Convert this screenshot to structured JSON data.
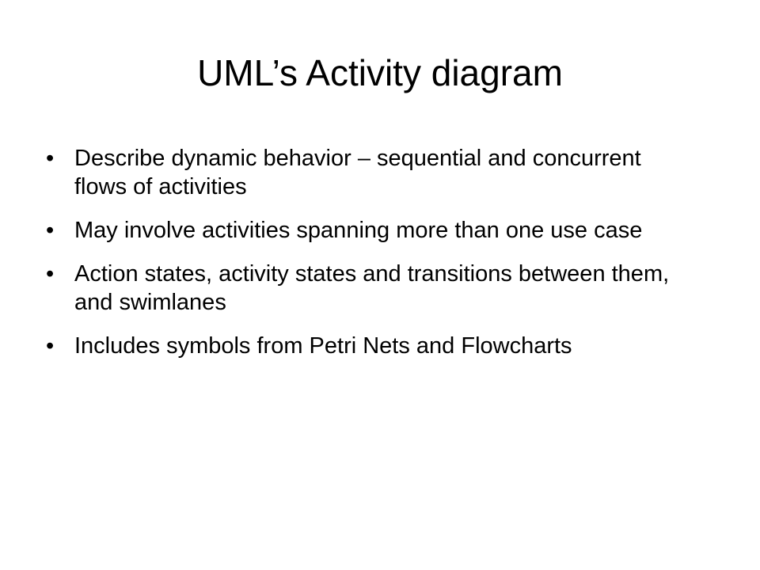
{
  "slide": {
    "title": "UML’s Activity diagram",
    "bullet_glyph": "•",
    "bullets": [
      "Describe dynamic behavior – sequential and concurrent flows of activities",
      "May involve activities spanning more than one use case",
      "Action states, activity states and transitions between them, and swimlanes",
      "Includes symbols from Petri Nets and Flowcharts"
    ]
  }
}
